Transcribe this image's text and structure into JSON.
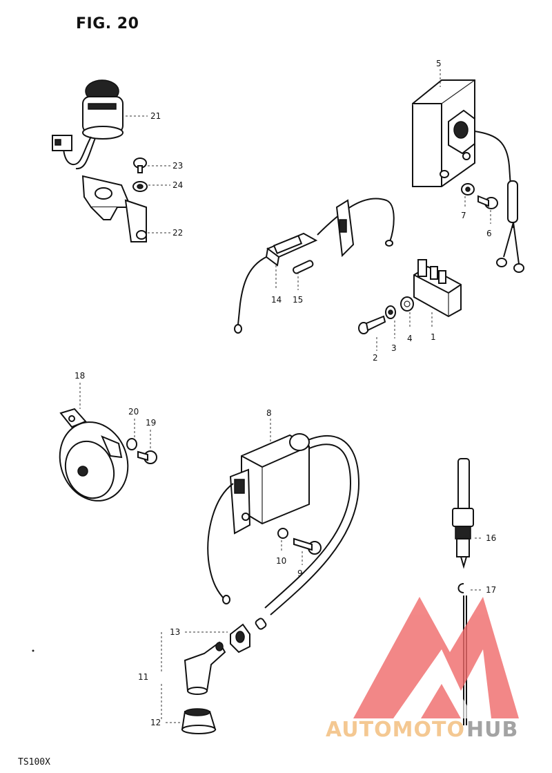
{
  "figure_title": "FIG. 20",
  "model_code": "TS100X",
  "watermark": {
    "text_a": "AUTOMOTO",
    "text_b": "HUB",
    "color_a": "#f4c892",
    "color_b": "#a3a3a3",
    "logo_color": "#f06a6a"
  },
  "callouts": {
    "c1": "1",
    "c2": "2",
    "c3": "3",
    "c4": "4",
    "c5": "5",
    "c6": "6",
    "c7": "7",
    "c8": "8",
    "c9": "9",
    "c10": "10",
    "c11": "11",
    "c12": "12",
    "c13": "13",
    "c14": "14",
    "c15": "15",
    "c16": "16",
    "c17": "17",
    "c18": "18",
    "c19": "19",
    "c20": "20",
    "c21": "21",
    "c22": "22",
    "c23": "23",
    "c24": "24"
  }
}
